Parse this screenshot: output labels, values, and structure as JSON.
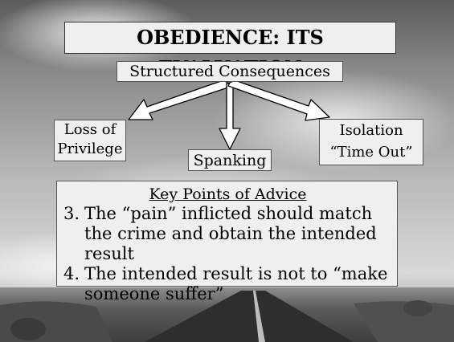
{
  "slide": {
    "title": "OBEDIENCE: ITS EVALUATION",
    "root_label": "Structured Consequences",
    "branches": {
      "loss_line1": "Loss of",
      "loss_line2": "Privilege",
      "spanking": "Spanking",
      "isolation_line1": "Isolation",
      "isolation_line2": "“Time Out”"
    },
    "advice": {
      "heading": "Key Points of Advice",
      "items": [
        {
          "number": "3.",
          "text": "The “pain” inflicted should match the crime and obtain the intended result"
        },
        {
          "number": "4.",
          "text": "The intended result is not to “make someone suffer”"
        }
      ]
    }
  },
  "colors": {
    "box_fill": "#efefef",
    "arrow_fill": "#ffffff",
    "arrow_stroke": "#000000"
  }
}
